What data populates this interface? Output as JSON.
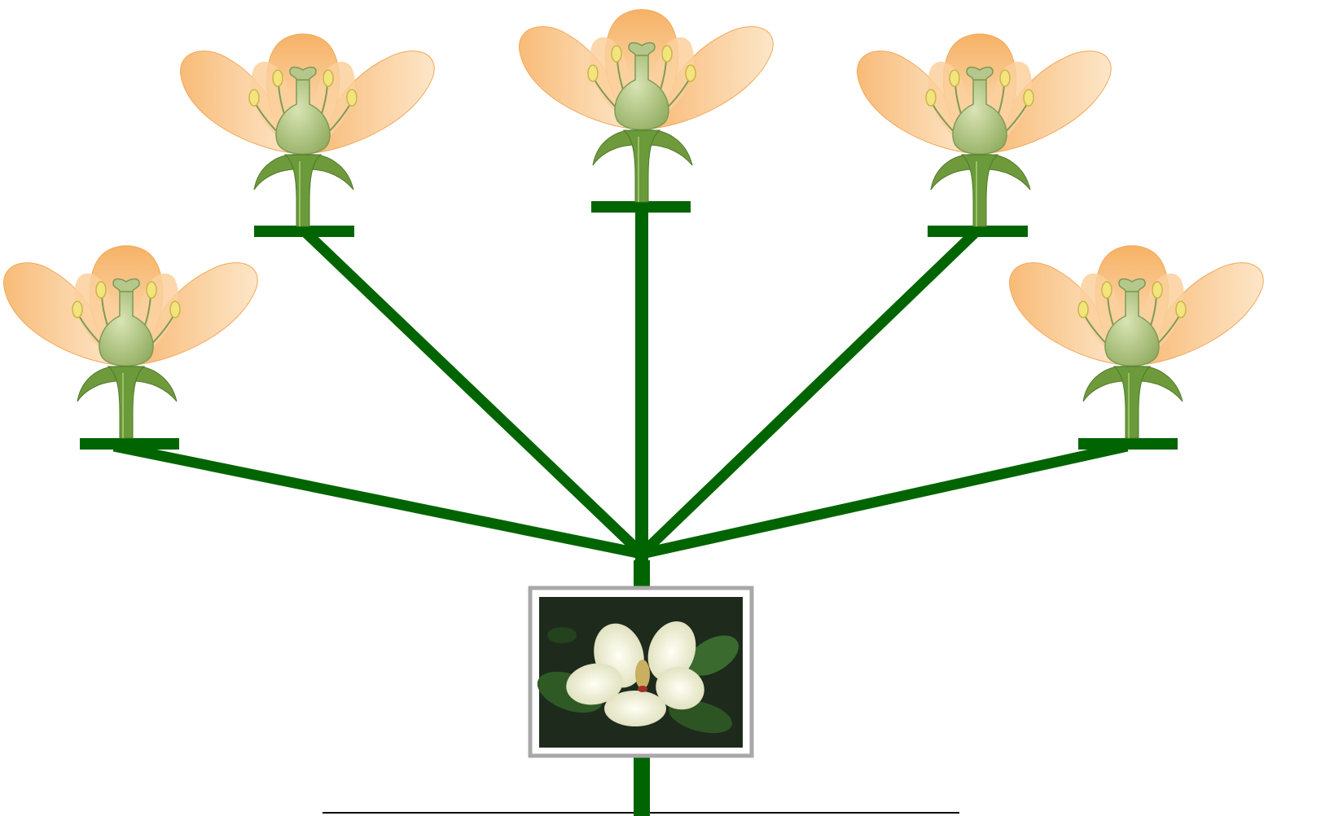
{
  "diagram": {
    "kind": "branching tree of flowers",
    "colors": {
      "branch": "#006400",
      "petal_light": "#FDE3C2",
      "petal_dark": "#F7B46B",
      "pistil": "#B5C78A",
      "pistil_dark": "#7E9A55",
      "sepal": "#6E9A3C",
      "stem": "#5E8E32",
      "anther": "#F2E27A",
      "photo_frame": "#A8A8A8",
      "photo_bg": "#1E2A1C",
      "magnolia_petal": "#F3F1DA",
      "baseline": "#000000"
    },
    "flowers": [
      {
        "id": "flower-1",
        "icon": "flower-diagram-icon"
      },
      {
        "id": "flower-2",
        "icon": "flower-diagram-icon"
      },
      {
        "id": "flower-3",
        "icon": "flower-diagram-icon"
      },
      {
        "id": "flower-4",
        "icon": "flower-diagram-icon"
      },
      {
        "id": "flower-5",
        "icon": "flower-diagram-icon"
      },
      {
        "id": "flower-6",
        "icon": "flower-diagram-icon"
      }
    ],
    "root_photo": {
      "icon": "magnolia-photo",
      "subject": "magnolia flower"
    }
  }
}
